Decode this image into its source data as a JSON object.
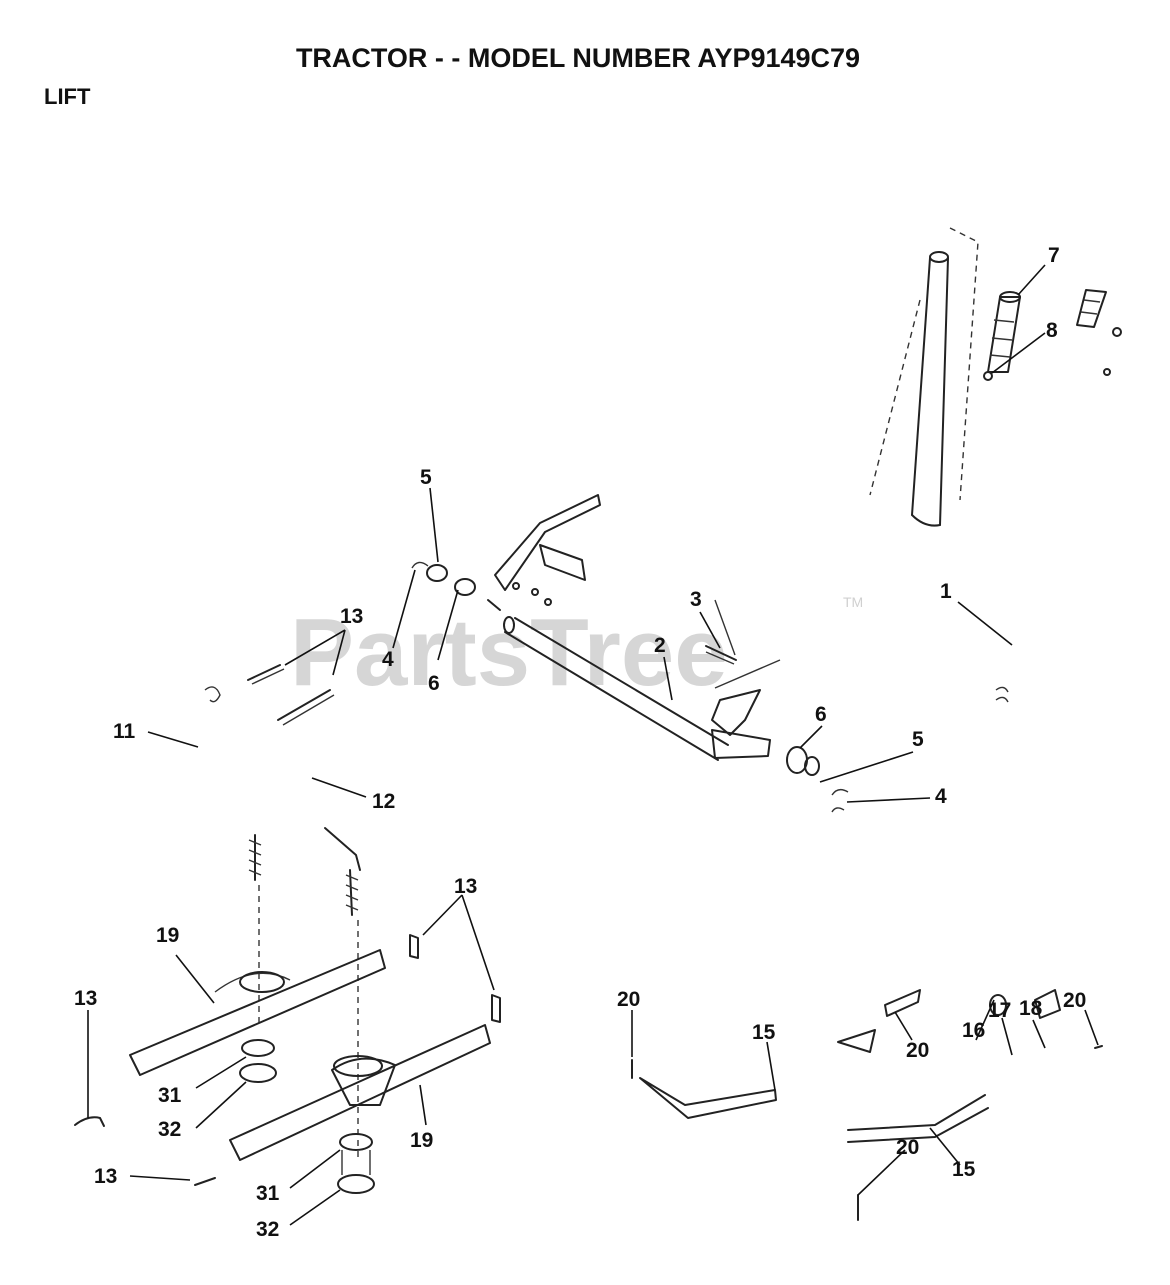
{
  "title": "TRACTOR - - MODEL NUMBER AYP9149C79",
  "section": "LIFT",
  "watermark": "PartsTree",
  "watermark_tm": "TM",
  "callouts": {
    "c7": "7",
    "c8": "8",
    "c5a": "5",
    "c13a": "13",
    "c3": "3",
    "c2": "2",
    "c1": "1",
    "c4a": "4",
    "c6a": "6",
    "c11": "11",
    "c12": "12",
    "c6b": "6",
    "c5b": "5",
    "c4b": "4",
    "c13b": "13",
    "c19a": "19",
    "c13c": "13",
    "c31a": "31",
    "c32a": "32",
    "c19b": "19",
    "c13d": "13",
    "c31b": "31",
    "c32b": "32",
    "c20a": "20",
    "c15a": "15",
    "c20b": "20",
    "c16": "16",
    "c17": "17",
    "c18": "18",
    "c20c": "20",
    "c20d": "20",
    "c15b": "15"
  }
}
